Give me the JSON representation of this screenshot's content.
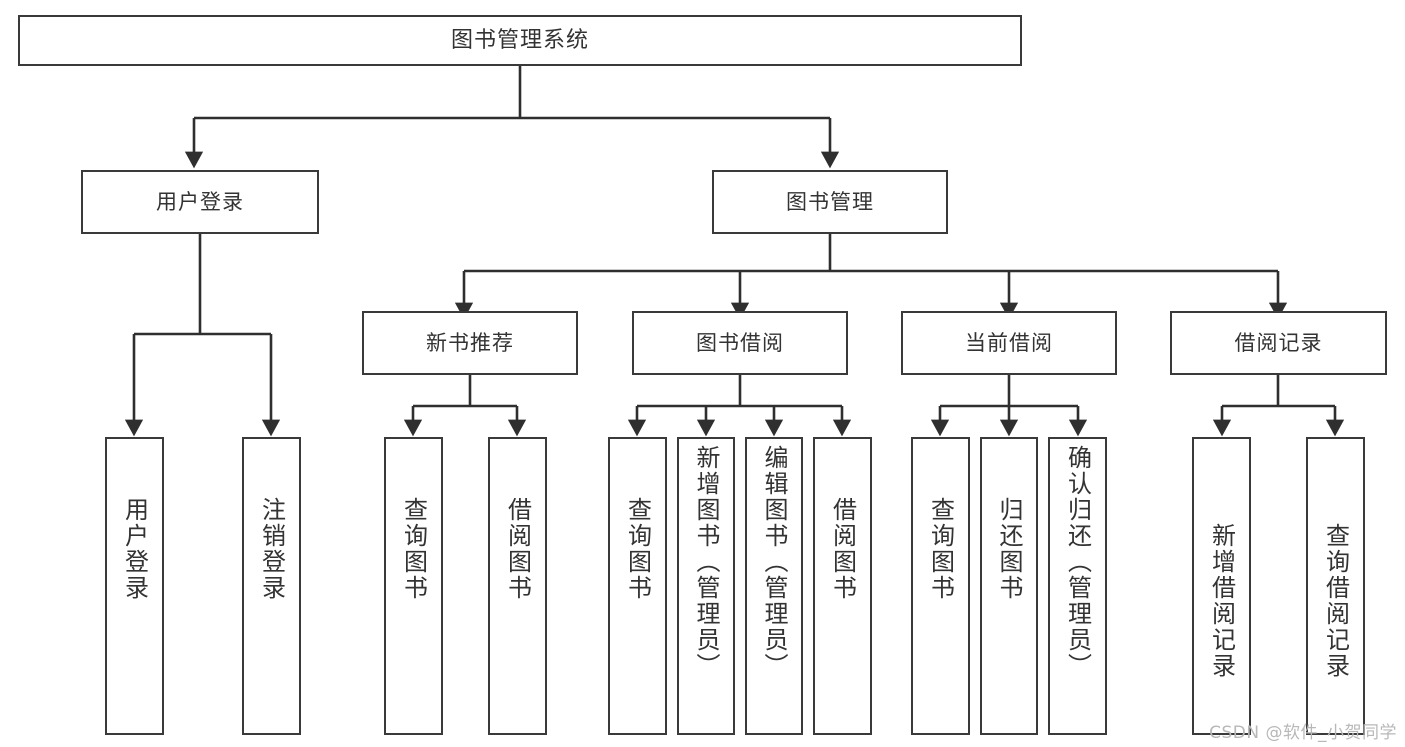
{
  "diagram": {
    "title": "图书管理系统",
    "type": "tree-hierarchy-chart",
    "root": {
      "label": "图书管理系统",
      "children": [
        {
          "label": "用户登录",
          "children": [
            {
              "label": "用户登录"
            },
            {
              "label": "注销登录"
            }
          ]
        },
        {
          "label": "图书管理",
          "children": [
            {
              "label": "新书推荐",
              "children": [
                {
                  "label": "查询图书"
                },
                {
                  "label": "借阅图书"
                }
              ]
            },
            {
              "label": "图书借阅",
              "children": [
                {
                  "label": "查询图书"
                },
                {
                  "label": "新增图书（管理员）"
                },
                {
                  "label": "编辑图书（管理员）"
                },
                {
                  "label": "借阅图书"
                }
              ]
            },
            {
              "label": "当前借阅",
              "children": [
                {
                  "label": "查询图书"
                },
                {
                  "label": "归还图书"
                },
                {
                  "label": "确认归还（管理员）"
                }
              ]
            },
            {
              "label": "借阅记录",
              "children": [
                {
                  "label": "新增借阅记录"
                },
                {
                  "label": "查询借阅记录"
                }
              ]
            }
          ]
        }
      ]
    }
  },
  "nodes": {
    "root": "图书管理系统",
    "user_login": "用户登录",
    "book_manage": "图书管理",
    "new_book_rec": "新书推荐",
    "book_borrow": "图书借阅",
    "current_borrow": "当前借阅",
    "borrow_record": "借阅记录",
    "leaf_user_login": "用户登录",
    "leaf_logout": "注销登录",
    "leaf_rec_query": "查询图书",
    "leaf_rec_borrow": "借阅图书",
    "leaf_borrow_query": "查询图书",
    "leaf_borrow_add": "新增图书（管理员）",
    "leaf_borrow_edit": "编辑图书（管理员）",
    "leaf_borrow_do": "借阅图书",
    "leaf_cur_query": "查询图书",
    "leaf_cur_return": "归还图书",
    "leaf_cur_confirm": "确认归还（管理员）",
    "leaf_rcd_add": "新增借阅记录",
    "leaf_rcd_query": "查询借阅记录"
  },
  "watermark": {
    "text": "CSDN @软件_小贺同学"
  },
  "colors": {
    "node_border": "#3a3a3a",
    "node_fill": "#ffffff",
    "edge": "#2f2f2f",
    "text": "#333333",
    "watermark": "#b8b8b8",
    "background": "#ffffff"
  }
}
